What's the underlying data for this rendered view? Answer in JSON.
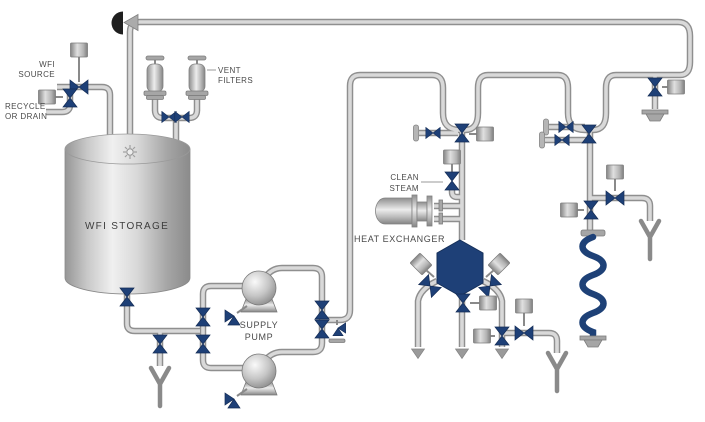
{
  "diagram": {
    "labels": {
      "wfi_source_line1": "WFI",
      "wfi_source_line2": "SOURCE",
      "recycle_line1": "RECYCLE",
      "recycle_line2": "OR DRAIN",
      "vent_line1": "VENT",
      "vent_line2": "FILTERS",
      "tank": "WFI STORAGE",
      "clean_steam_line1": "CLEAN",
      "clean_steam_line2": "STEAM",
      "heat_exchanger": "HEAT EXCHANGER",
      "supply_pump_line1": "SUPPLY",
      "supply_pump_line2": "PUMP"
    },
    "colors": {
      "valve_navy": "#1e4077",
      "coil_navy": "#1e4177",
      "pipe_inner": "#d9d9d9",
      "pipe_outer": "#8f8f8f",
      "metal_light": "#e9e9e9",
      "metal_dark": "#848484",
      "label_text": "#4a4a4a",
      "return_cap_black": "#1f1f1f",
      "background": "#ffffff"
    },
    "icons": [
      "diaphragm-valve-icon",
      "angle-valve-icon",
      "valve-actuator-icon",
      "spray-ball-icon",
      "vent-filter-icon",
      "centrifugal-pump-icon",
      "use-point-manifold-icon",
      "cooler-coil-icon",
      "outlet-arrow-icon",
      "drain-wye-icon",
      "return-flow-arrow-icon",
      "return-line-cap-icon",
      "blind-cap-port-icon",
      "use-point-cap-icon"
    ]
  }
}
